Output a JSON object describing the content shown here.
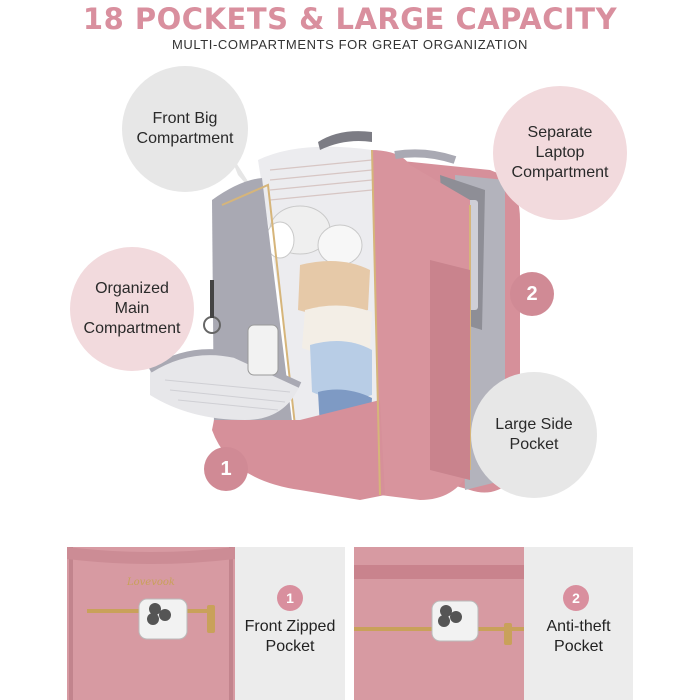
{
  "header": {
    "title": "18 POCKETS & LARGE CAPACITY",
    "subtitle": "MULTI-COMPARTMENTS FOR GREAT ORGANIZATION"
  },
  "callouts": {
    "front_big": "Front Big\nCompartment",
    "laptop": "Separate\nLaptop\nCompartment",
    "organized_main": "Organized\nMain\nCompartment",
    "large_side": "Large Side\nPocket"
  },
  "markers": {
    "one": "1",
    "two": "2"
  },
  "brand": "Lovevook",
  "panels": {
    "left": {
      "number": "1",
      "label": "Front Zipped\nPocket"
    },
    "right": {
      "number": "2",
      "label": "Anti-theft\nPocket"
    }
  },
  "colors": {
    "accent": "#d98f9e",
    "bag_pink": "#d6909a",
    "bag_gray": "#a9a9b3",
    "bubble_gray": "#e7e7e7",
    "bubble_pink": "#f2dadd"
  }
}
